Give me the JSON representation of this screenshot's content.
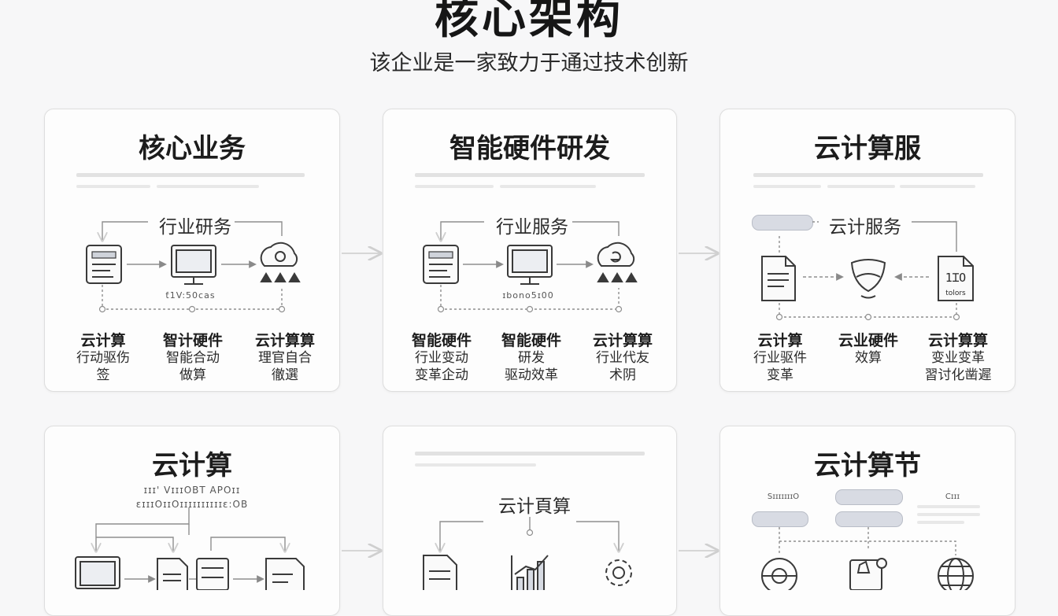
{
  "header": {
    "title": "核心架构",
    "subtitle": "该企业是一家致力于通过技术创新"
  },
  "cards": [
    {
      "title": "核心业务",
      "flow_label": "行业研务",
      "caption": "ƭ1V:50cas",
      "columns": [
        {
          "head": "云计算",
          "lines": [
            "行动驱伤",
            "签"
          ]
        },
        {
          "head": "智计硬件",
          "lines": [
            "智能合动",
            "做算"
          ]
        },
        {
          "head": "云计算算",
          "lines": [
            "理官自合",
            "徹選"
          ]
        }
      ]
    },
    {
      "title": "智能硬件研发",
      "flow_label": "行业服务",
      "caption": "ɪbono5ɪ00",
      "columns": [
        {
          "head": "智能硬件",
          "lines": [
            "行业变动",
            "变革企动"
          ]
        },
        {
          "head": "智能硬件",
          "lines": [
            "研发",
            "驱动效革"
          ]
        },
        {
          "head": "云计算算",
          "lines": [
            "行业代友",
            "术阴"
          ]
        }
      ]
    },
    {
      "title": "云计算服",
      "flow_label": "云计服务",
      "icon_text": "1ꞮO\ntolors",
      "columns": [
        {
          "head": "云计算",
          "lines": [
            "行业驱件",
            "变革"
          ]
        },
        {
          "head": "云业硬件",
          "lines": [
            "效算"
          ]
        },
        {
          "head": "云计算算",
          "lines": [
            "变业变革",
            "習讨化凿遲"
          ]
        }
      ]
    },
    {
      "title": "云计算",
      "sub_lines": [
        "ɪɪɪ' VɪɪɪOBT APOɪɪ",
        "ɛɪɪɪOɪɪOɪɪɪɪɪɪɪɪɪɪɛ:OB"
      ]
    },
    {
      "flow_label": "云计頁算"
    },
    {
      "title": "云计算节",
      "tiny_labels": [
        "SɪɪɪɪɪɪɪO",
        "Cɪɪɪ"
      ]
    }
  ],
  "colors": {
    "background": "#f7f7f8",
    "card_border": "#dedede",
    "line": "#9a9a9a",
    "icon_stroke": "#3a3a3a",
    "placeholder_bar": "#e2e2e2"
  },
  "icons": [
    "document-icon",
    "monitor-icon",
    "cloud-robot-icon",
    "shield-icon",
    "file-icon",
    "chart-icon",
    "globe-icon",
    "gear-icon",
    "flask-icon"
  ]
}
